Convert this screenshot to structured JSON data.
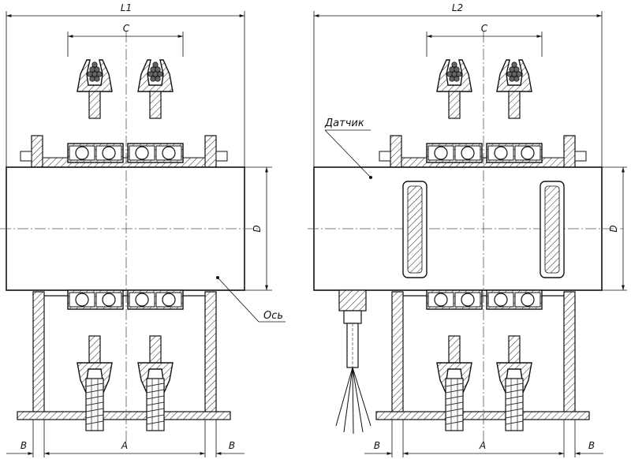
{
  "left_view": {
    "dims": {
      "overall": "L1",
      "pitch": "C",
      "diameter": "D",
      "edge_left": "B",
      "base": "A",
      "edge_right": "B"
    },
    "callout": "Ось"
  },
  "right_view": {
    "dims": {
      "overall": "L2",
      "pitch": "C",
      "diameter": "D",
      "edge_left": "B",
      "base": "A",
      "edge_right": "B"
    },
    "callout": "Датчик"
  }
}
